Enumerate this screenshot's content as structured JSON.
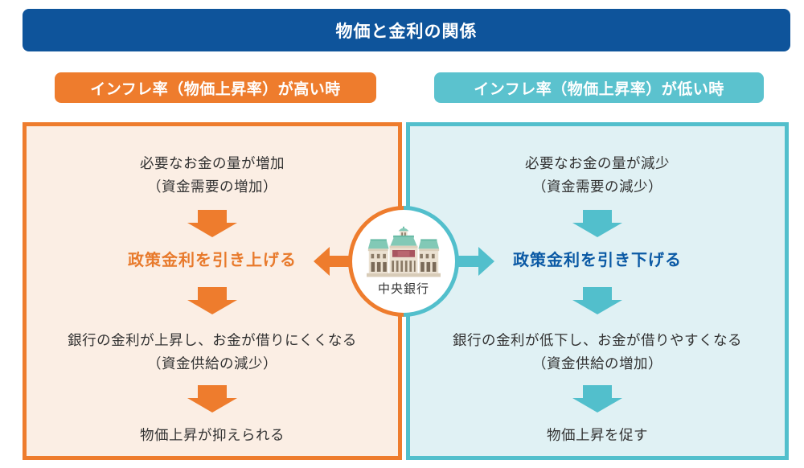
{
  "header": {
    "title": "物価と金利の関係"
  },
  "columns": {
    "left": {
      "label": "インフレ率（物価上昇率）が高い時",
      "step1_line1": "必要なお金の量が増加",
      "step1_line2": "（資金需要の増加）",
      "step2": "政策金利を引き上げる",
      "step3_line1": "銀行の金利が上昇し、お金が借りにくくなる",
      "step3_line2": "（資金供給の減少）",
      "step4": "物価上昇が抑えられる"
    },
    "right": {
      "label": "インフレ率（物価上昇率）が低い時",
      "step1_line1": "必要なお金の量が減少",
      "step1_line2": "（資金需要の減少）",
      "step2": "政策金利を引き下げる",
      "step3_line1": "銀行の金利が低下し、お金が借りやすくなる",
      "step3_line2": "（資金供給の増加）",
      "step4": "物価上昇を促す"
    }
  },
  "center": {
    "label": "中央銀行",
    "icon": "central-bank-building-icon"
  },
  "colors": {
    "header_bg": "#0E549B",
    "orange": "#EE7C2D",
    "teal": "#52BFCC",
    "left_panel_bg": "#FBEEE4",
    "right_panel_bg": "#E0F1F4",
    "left_highlight_text": "#E87A2C",
    "right_highlight_text": "#0B5AA5"
  }
}
